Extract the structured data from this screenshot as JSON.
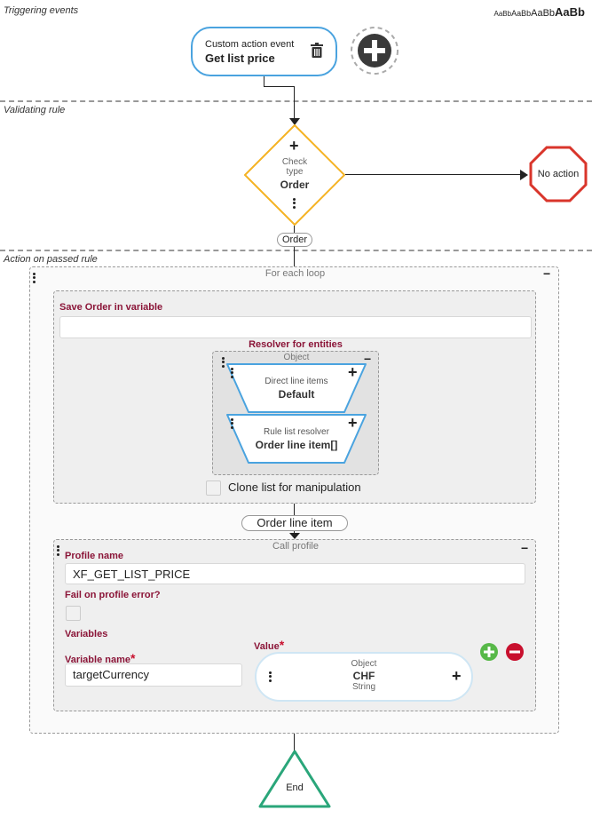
{
  "sections": {
    "triggering": "Triggering events",
    "validating": "Validating rule",
    "action": "Action on passed rule"
  },
  "font_sample": {
    "s1": "AaBb",
    "s2": "AaBb",
    "s3": "AaBb",
    "s4": "AaBb"
  },
  "event": {
    "type": "Custom action event",
    "name": "Get list price"
  },
  "check": {
    "line1": "Check",
    "line2": "type",
    "value": "Order"
  },
  "no_action": "No action",
  "order_pill": "Order",
  "loop": {
    "title": "For each loop",
    "save_label": "Save Order in variable",
    "save_value": "",
    "resolver_title": "Resolver for entities",
    "object_label": "Object",
    "direct": {
      "label": "Direct line items",
      "value": "Default"
    },
    "rule_list": {
      "label": "Rule list resolver",
      "value": "Order line item[]"
    },
    "clone_label": "Clone list for manipulation"
  },
  "order_line_pill": "Order line item",
  "call_profile": {
    "title": "Call profile",
    "profile_label": "Profile name",
    "profile_value": "XF_GET_LIST_PRICE",
    "fail_label": "Fail on profile error?",
    "variables_label": "Variables",
    "var_name_label": "Variable name",
    "var_name_value": "targetCurrency",
    "value_label": "Value",
    "required": "*",
    "value_obj": {
      "type": "Object",
      "value": "CHF",
      "subtype": "String"
    }
  },
  "end_label": "End",
  "colors": {
    "accent": "#4aa3df",
    "check": "#f5b324",
    "stop": "#d9352b",
    "end": "#2aa67a",
    "label": "#8b1538",
    "add": "#57b848",
    "remove": "#c8102e"
  },
  "icons": [
    "trash-icon",
    "add-circle-icon",
    "plus-icon",
    "minus-icon",
    "kebab-icon"
  ]
}
